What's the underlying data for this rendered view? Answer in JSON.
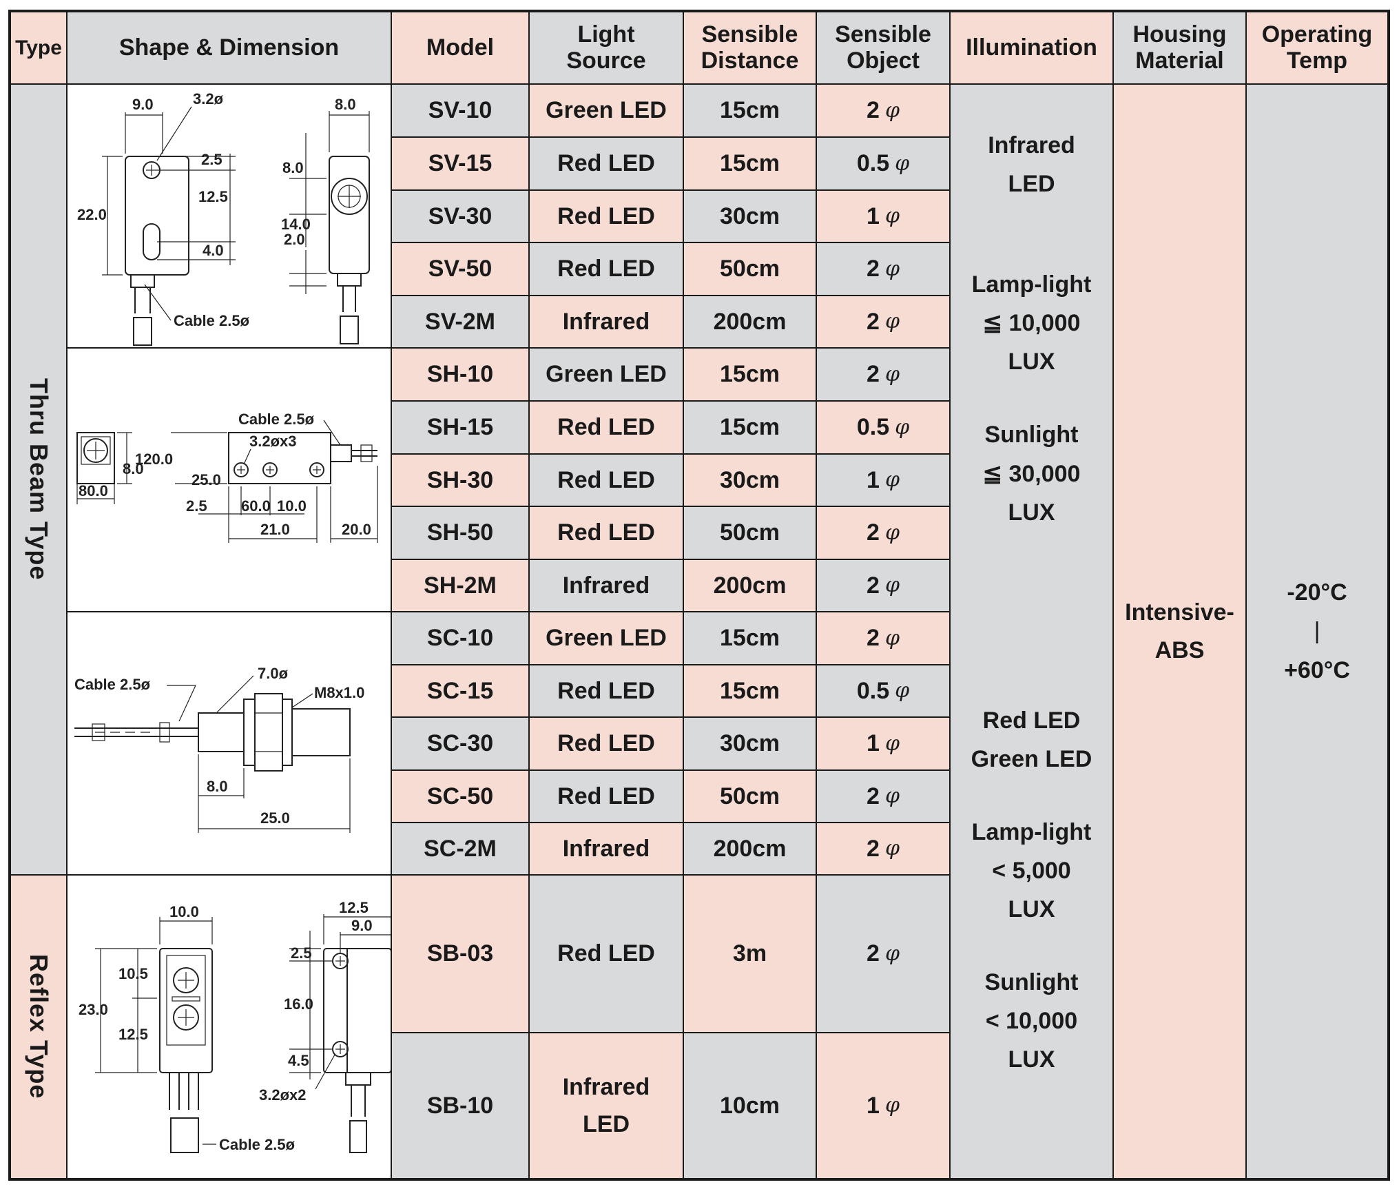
{
  "headers": {
    "type": "Type",
    "shape": "Shape & Dimension",
    "model": "Model",
    "light_source": [
      "Light",
      "Source"
    ],
    "sensible_distance": [
      "Sensible",
      "Distance"
    ],
    "sensible_object": [
      "Sensible",
      "Object"
    ],
    "illumination": "Illumination",
    "housing_material": [
      "Housing",
      "Material"
    ],
    "operating_temp": [
      "Operating",
      "Temp"
    ]
  },
  "types": {
    "thru_beam": "Thru Beam Type",
    "reflex": "Reflex Type"
  },
  "phi_symbol": "φ",
  "rows": [
    {
      "model": "SV-10",
      "light": "Green LED",
      "distance": "15cm",
      "object": "2"
    },
    {
      "model": "SV-15",
      "light": "Red LED",
      "distance": "15cm",
      "object": "0.5"
    },
    {
      "model": "SV-30",
      "light": "Red LED",
      "distance": "30cm",
      "object": "1"
    },
    {
      "model": "SV-50",
      "light": "Red LED",
      "distance": "50cm",
      "object": "2"
    },
    {
      "model": "SV-2M",
      "light": "Infrared",
      "distance": "200cm",
      "object": "2"
    },
    {
      "model": "SH-10",
      "light": "Green LED",
      "distance": "15cm",
      "object": "2"
    },
    {
      "model": "SH-15",
      "light": "Red LED",
      "distance": "15cm",
      "object": "0.5"
    },
    {
      "model": "SH-30",
      "light": "Red LED",
      "distance": "30cm",
      "object": "1"
    },
    {
      "model": "SH-50",
      "light": "Red LED",
      "distance": "50cm",
      "object": "2"
    },
    {
      "model": "SH-2M",
      "light": "Infrared",
      "distance": "200cm",
      "object": "2"
    },
    {
      "model": "SC-10",
      "light": "Green LED",
      "distance": "15cm",
      "object": "2"
    },
    {
      "model": "SC-15",
      "light": "Red LED",
      "distance": "15cm",
      "object": "0.5"
    },
    {
      "model": "SC-30",
      "light": "Red LED",
      "distance": "30cm",
      "object": "1"
    },
    {
      "model": "SC-50",
      "light": "Red LED",
      "distance": "50cm",
      "object": "2"
    },
    {
      "model": "SC-2M",
      "light": "Infrared",
      "distance": "200cm",
      "object": "2"
    }
  ],
  "reflex_rows": [
    {
      "model": "SB-03",
      "light": [
        "Red LED"
      ],
      "distance": "3m",
      "object": "2"
    },
    {
      "model": "SB-10",
      "light": [
        "Infrared",
        "LED"
      ],
      "distance": "10cm",
      "object": "1"
    }
  ],
  "illumination": {
    "group1": {
      "light": [
        "Infrared",
        "LED"
      ],
      "lamp": [
        "Lamp-light",
        "≦ 10,000",
        "LUX"
      ],
      "sun": [
        "Sunlight",
        "≦ 30,000",
        "LUX"
      ]
    },
    "group2": {
      "light": [
        "Red LED",
        "Green LED"
      ],
      "lamp": [
        "Lamp-light",
        "< 5,000",
        "LUX"
      ],
      "sun": [
        "Sunlight",
        "< 10,000",
        "LUX"
      ]
    }
  },
  "housing": [
    "Intensive-",
    "ABS"
  ],
  "temp": [
    "-20°C",
    "|",
    "+60°C"
  ],
  "drawings": {
    "sv": {
      "d1": "9.0",
      "d2": "3.2ø",
      "d3": "8.0",
      "d4": "2.5",
      "d5": "8.0",
      "d6": "12.5",
      "d7": "22.0",
      "d8": "14.0",
      "d9": "2.0",
      "d10": "4.0",
      "cable": "Cable  2.5ø"
    },
    "sh": {
      "cable": "Cable  2.5ø",
      "holes": "3.2øx3",
      "d1": "120.0",
      "d2": "8.0",
      "d3": "25.0",
      "d4": "80.0",
      "d5": "2.5",
      "d6": "60.0",
      "d7": "10.0",
      "d8": "21.0",
      "d9": "20.0"
    },
    "sc": {
      "cable": "Cable  2.5ø",
      "d1": "7.0ø",
      "thread": "M8x1.0",
      "d2": "8.0",
      "d3": "25.0"
    },
    "sb": {
      "d1": "10.0",
      "d2": "12.5",
      "d3": "9.0",
      "d4": "10.5",
      "d5": "23.0",
      "d6": "12.5",
      "d7": "2.5",
      "d8": "16.0",
      "d9": "4.5",
      "holes": "3.2øx2",
      "cable": "Cable  2.5ø"
    }
  },
  "colors": {
    "gray": "#d9dadc",
    "pink": "#f6dcd3",
    "border": "#1a1a1a"
  }
}
